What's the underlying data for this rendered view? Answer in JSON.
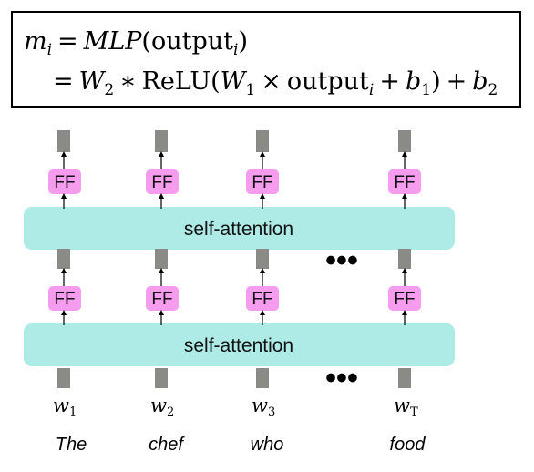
{
  "formula": {
    "line1": {
      "lhs_var": "m",
      "lhs_sub": "i",
      "eq": "=",
      "func": "MLP",
      "open": "(",
      "arg": "output",
      "arg_sub": "i",
      "close": ")"
    },
    "line2": {
      "eq": "=",
      "w2": "W",
      "w2_sub": "2",
      "star": "∗",
      "relu": "ReLU",
      "open": "(",
      "w1": "W",
      "w1_sub": "1",
      "times": "×",
      "arg": "output",
      "arg_sub": "i",
      "plus1": "+",
      "b1": "b",
      "b1_sub": "1",
      "close": ")",
      "plus2": "+",
      "b2": "b",
      "b2_sub": "2"
    }
  },
  "diagram": {
    "attention_label": "self-attention",
    "ff_label": "FF",
    "ellipsis": "•••",
    "columns": [
      {
        "w": "w",
        "sub": "1",
        "word": "The"
      },
      {
        "w": "w",
        "sub": "2",
        "word": "chef"
      },
      {
        "w": "w",
        "sub": "3",
        "word": "who"
      },
      {
        "w": "w",
        "sub": "T",
        "word": "food"
      }
    ]
  },
  "colors": {
    "ff_fill": "#f59cef",
    "attention_fill": "#aeeae6",
    "token_fill": "#8a8a86",
    "accent_red": "#e8261e"
  }
}
